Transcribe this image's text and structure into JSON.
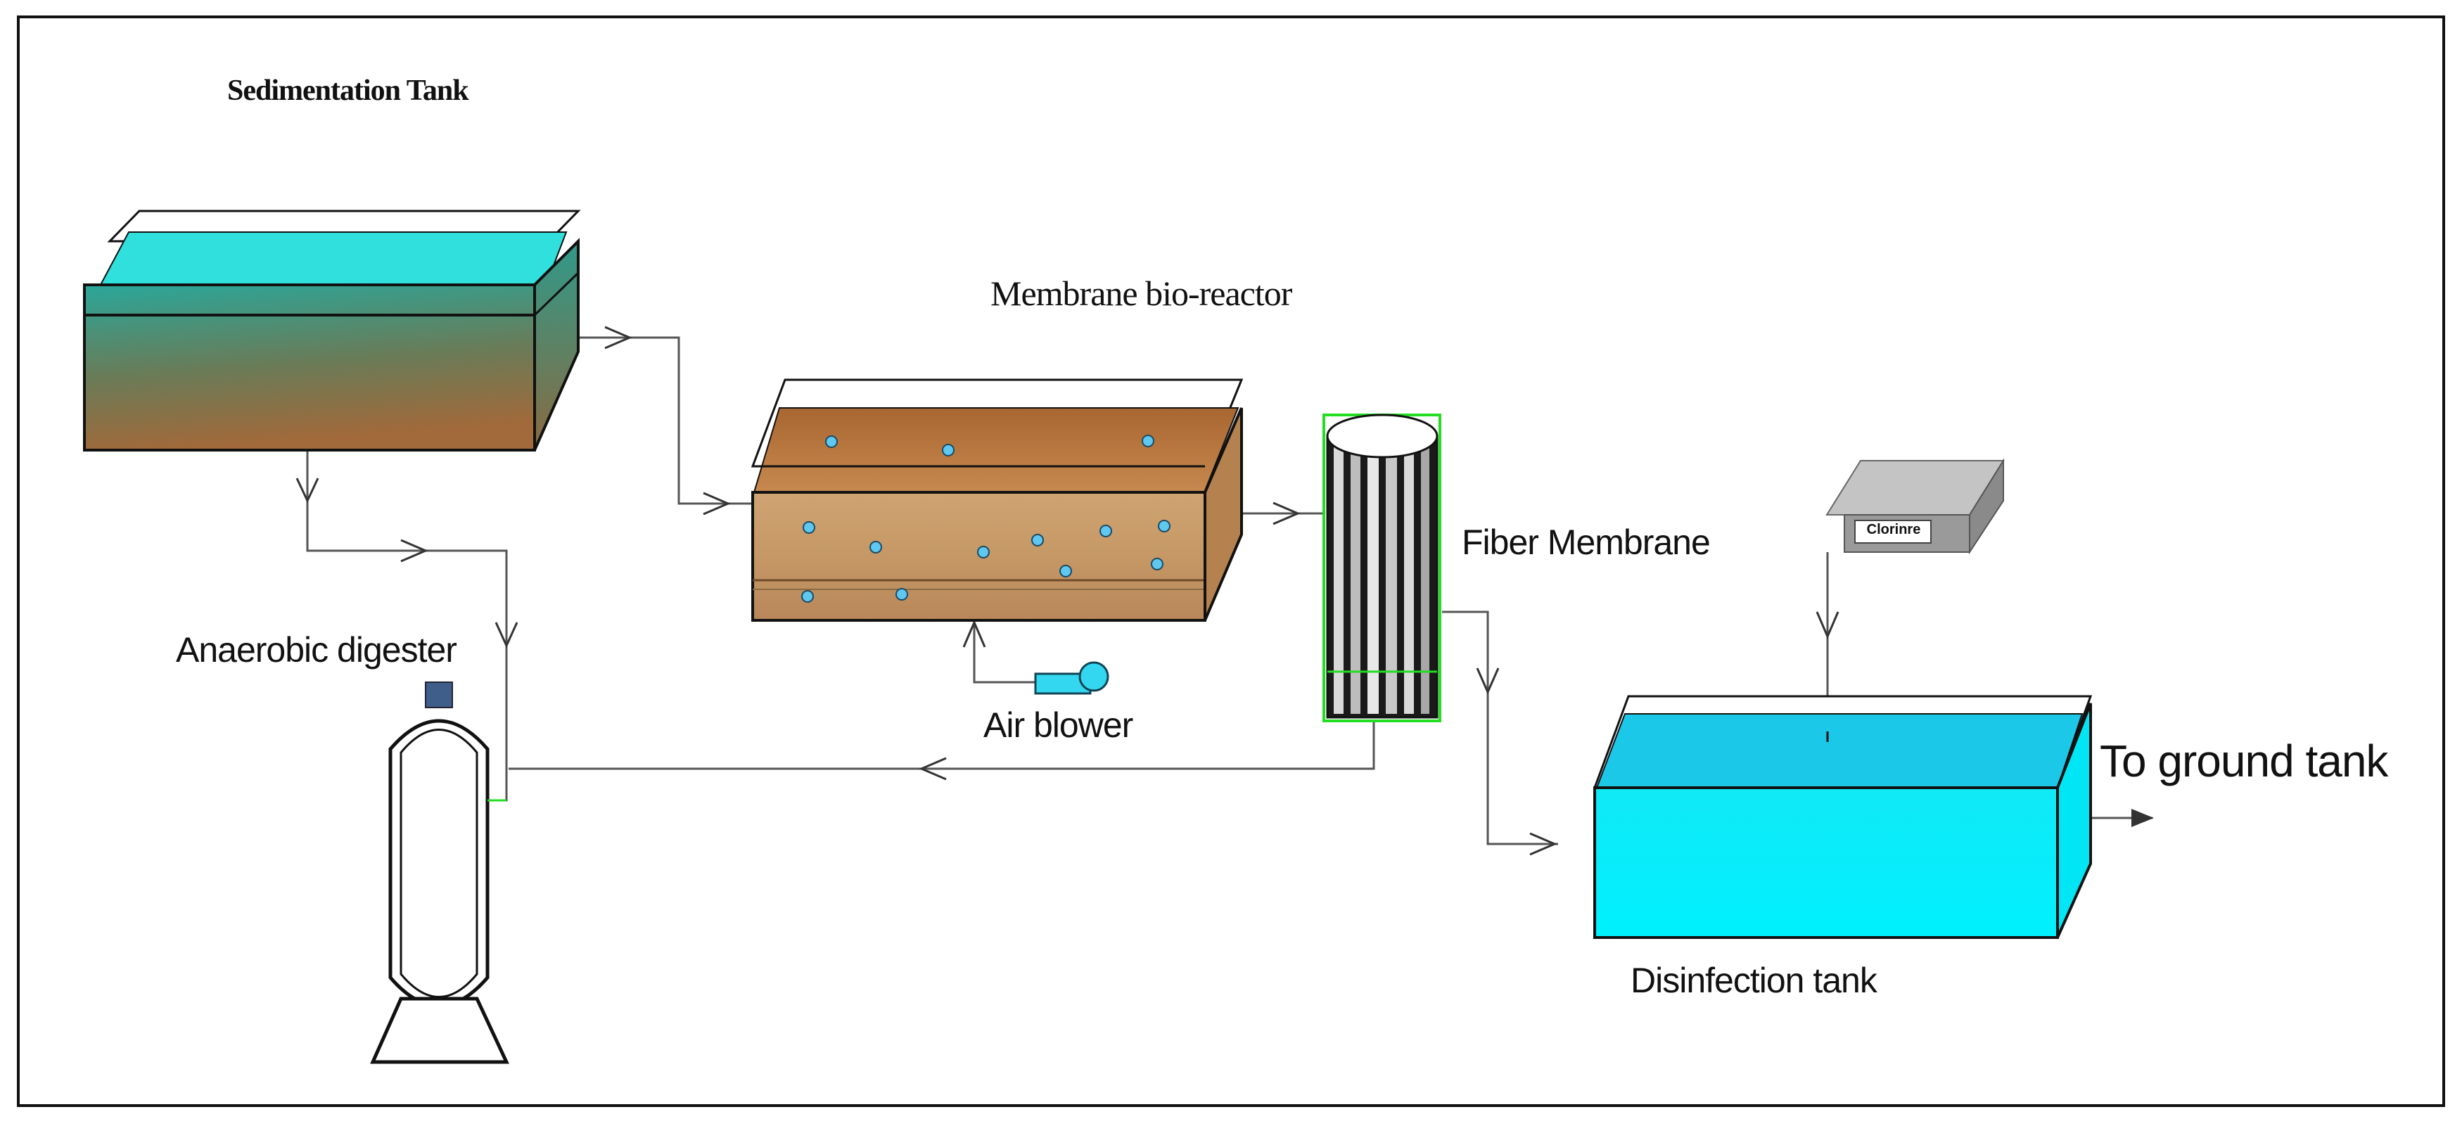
{
  "labels": {
    "sedimentation_tank": "Sedimentation Tank",
    "membrane_bioreactor": "Membrane bio-reactor",
    "fiber_membrane": "Fiber Membrane",
    "anaerobic_digester": "Anaerobic digester",
    "air_blower": "Air blower",
    "disinfection_tank": "Disinfection tank",
    "to_ground_tank": "To ground tank",
    "chlorine_box": "Clorinre"
  },
  "colors": {
    "sedimentation_top": "#2fe0dc",
    "sedimentation_body_top": "#2f9f8c",
    "sedimentation_body_bottom": "#9a6a3a",
    "bioreactor_top": "#b8713c",
    "bioreactor_body": "#c79a68",
    "bubbles": "#5ec8f0",
    "disinfection_water": "#00e6f5",
    "disinfection_top": "#20c8e6",
    "membrane_outline": "#22dd22",
    "chlorine_box": "#a8a8a8",
    "pipe": "#555555"
  }
}
